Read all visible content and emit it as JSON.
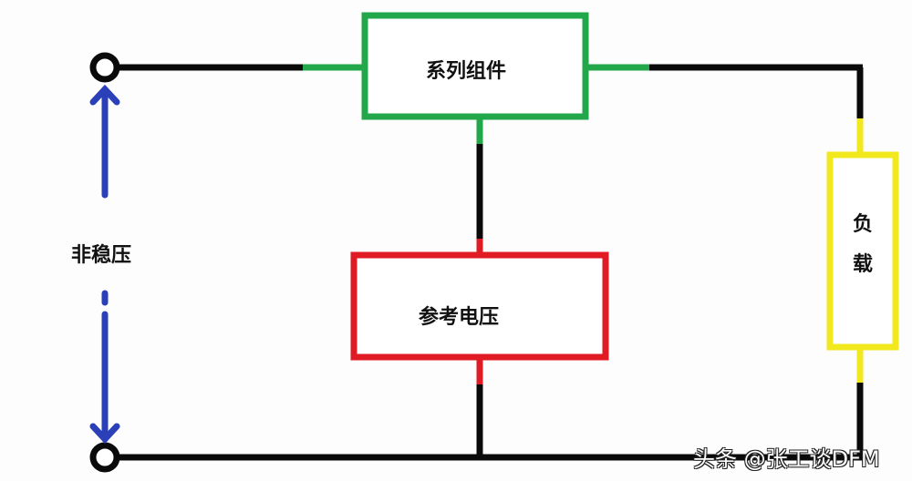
{
  "diagram": {
    "type": "block-diagram",
    "title": "",
    "blocks": [
      {
        "id": "series",
        "label": "系列组件",
        "color": "#22a84a"
      },
      {
        "id": "reference",
        "label": "参考电压",
        "color": "#e01b24"
      },
      {
        "id": "load",
        "label": "负载",
        "label_chars": [
          "负",
          "载"
        ],
        "color": "#f2e81e"
      }
    ],
    "input_label": "非稳压",
    "arrow_color": "#2a3fb8",
    "wire_color": "#0a0a0a",
    "watermark": "头条 @张工谈DFM"
  }
}
